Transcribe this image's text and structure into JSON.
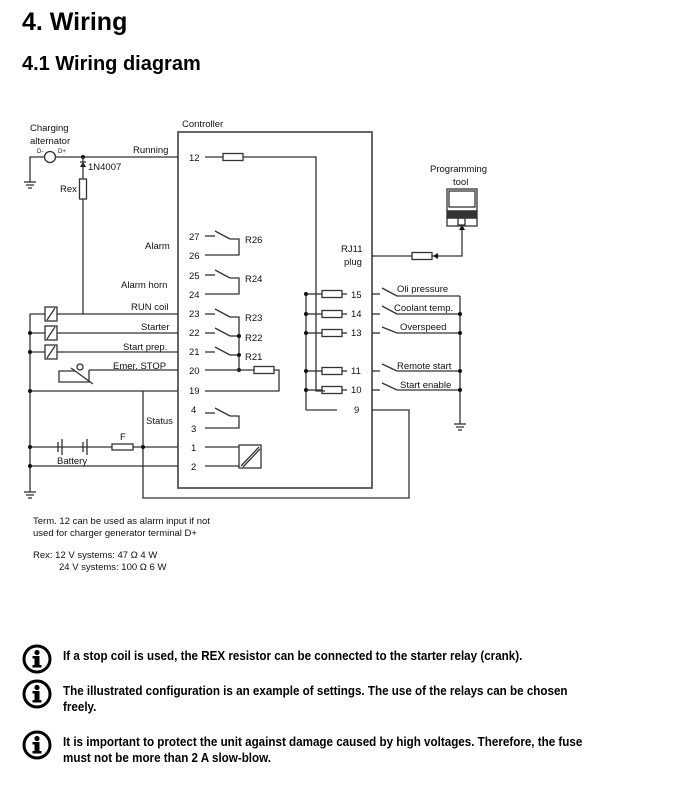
{
  "heading": "4. Wiring",
  "subheading": "4.1 Wiring diagram",
  "diagram": {
    "controller_label": "Controller",
    "charging_alternator": [
      "Charging",
      "alternator"
    ],
    "alt_terminals": {
      "minus": "D-",
      "plus": "D+"
    },
    "diode": "1N4007",
    "rex": "Rex",
    "running": "Running",
    "programming_tool": [
      "Programming",
      "tool"
    ],
    "rj11": [
      "RJ11",
      "plug"
    ],
    "left_labels": {
      "alarm": "Alarm",
      "alarm_horn": "Alarm horn",
      "run_coil": "RUN coil",
      "starter": "Starter",
      "start_prep": "Start prep.",
      "emer_stop": "Emer. STOP",
      "status": "Status",
      "battery": "Battery",
      "fuse": "F"
    },
    "left_terminals": [
      "12",
      "27",
      "26",
      "25",
      "24",
      "23",
      "22",
      "21",
      "20",
      "19",
      "4",
      "3",
      "1",
      "2"
    ],
    "relays": [
      "R26",
      "R24",
      "R23",
      "R22",
      "R21"
    ],
    "right_terminals": [
      "15",
      "14",
      "13",
      "11",
      "10",
      "9"
    ],
    "inputs": [
      "Oli pressure",
      "Coolant temp.",
      "Overspeed",
      "Remote start",
      "Start enable"
    ]
  },
  "notes": {
    "term12": [
      "Term. 12 can be used as alarm input if not",
      "used for charger generator terminal D+"
    ],
    "rex_12v": "Rex: 12 V systems: 47 Ω 4 W",
    "rex_24v": "24 V systems: 100 Ω 6 W"
  },
  "info_notes": [
    "If a stop coil is used, the REX resistor can be connected to the starter relay (crank).",
    "The illustrated configuration is an example of settings. The use of the relays can be chosen freely.",
    "It is important to protect the unit against damage caused by high voltages. Therefore, the fuse must not be more than 2 A slow-blow."
  ]
}
